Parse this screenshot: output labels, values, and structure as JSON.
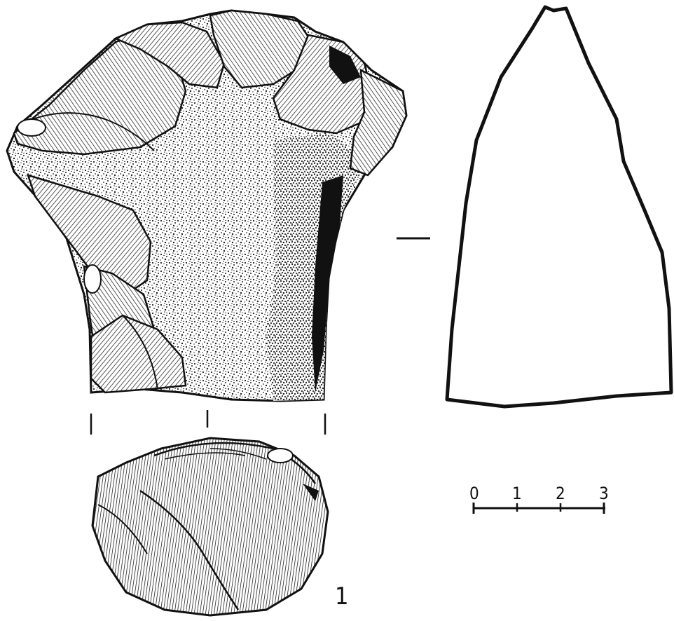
{
  "figure": {
    "number_label": "1",
    "scale_ticks": [
      "0",
      "1",
      "2",
      "3"
    ],
    "ink_color": "#111111",
    "paper_color": "#ffffff"
  }
}
